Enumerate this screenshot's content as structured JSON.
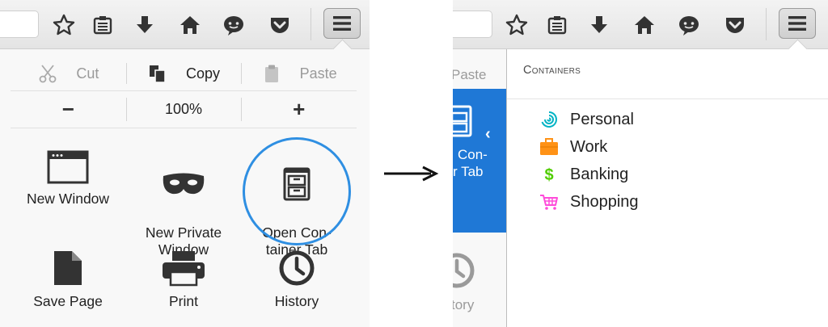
{
  "left": {
    "edit": {
      "cut": "Cut",
      "copy": "Copy",
      "paste": "Paste"
    },
    "zoom": {
      "minus": "−",
      "level": "100%",
      "plus": "+"
    },
    "items": [
      {
        "label": "New Window",
        "icon": "window-icon"
      },
      {
        "label": "New Private\nWindow",
        "icon": "mask-icon"
      },
      {
        "label": "Open Con-\ntainer Tab",
        "icon": "cabinet-icon"
      },
      {
        "label": "Save Page",
        "icon": "page-icon"
      },
      {
        "label": "Print",
        "icon": "printer-icon"
      },
      {
        "label": "History",
        "icon": "clock-icon"
      }
    ]
  },
  "right": {
    "partial": {
      "paste": "Paste",
      "plus": "+",
      "tile_line1": "Con-",
      "tile_line2": "r Tab",
      "history": "tory"
    },
    "header": "Containers",
    "containers": [
      {
        "label": "Personal",
        "icon": "fingerprint-icon",
        "color": "#00b3c4"
      },
      {
        "label": "Work",
        "icon": "briefcase-icon",
        "color": "#ff9216"
      },
      {
        "label": "Banking",
        "icon": "dollar-icon",
        "color": "#51cd00"
      },
      {
        "label": "Shopping",
        "icon": "cart-icon",
        "color": "#ff4bda"
      }
    ]
  },
  "colors": {
    "accent": "#2f8fe2",
    "tile_blue": "#1f78d6"
  }
}
